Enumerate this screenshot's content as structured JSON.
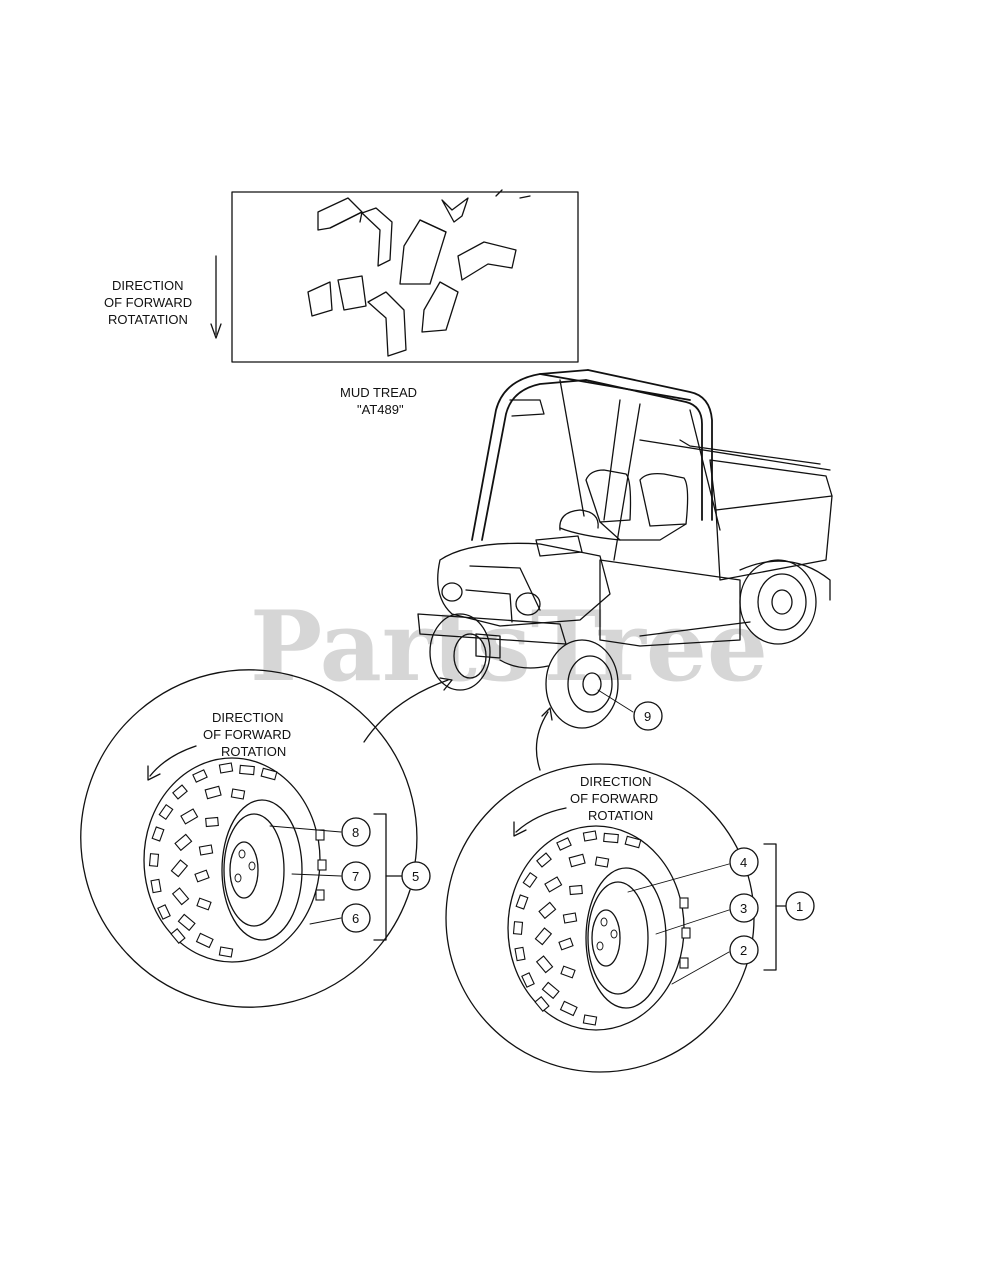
{
  "inset": {
    "direction_label": [
      "DIRECTION",
      "OF FORWARD",
      "ROTATATION"
    ],
    "caption": [
      "MUD TREAD",
      "\"AT489\""
    ]
  },
  "left_wheel": {
    "direction_label": [
      "DIRECTION",
      "OF FORWARD",
      "ROTATION"
    ],
    "callouts": [
      "8",
      "7",
      "6"
    ],
    "group": "5"
  },
  "right_wheel": {
    "direction_label": [
      "DIRECTION",
      "OF FORWARD",
      "ROTATION"
    ],
    "callouts": [
      "4",
      "3",
      "2"
    ],
    "group": "1"
  },
  "vehicle": {
    "callout": "9"
  },
  "watermark": "PartsTree"
}
